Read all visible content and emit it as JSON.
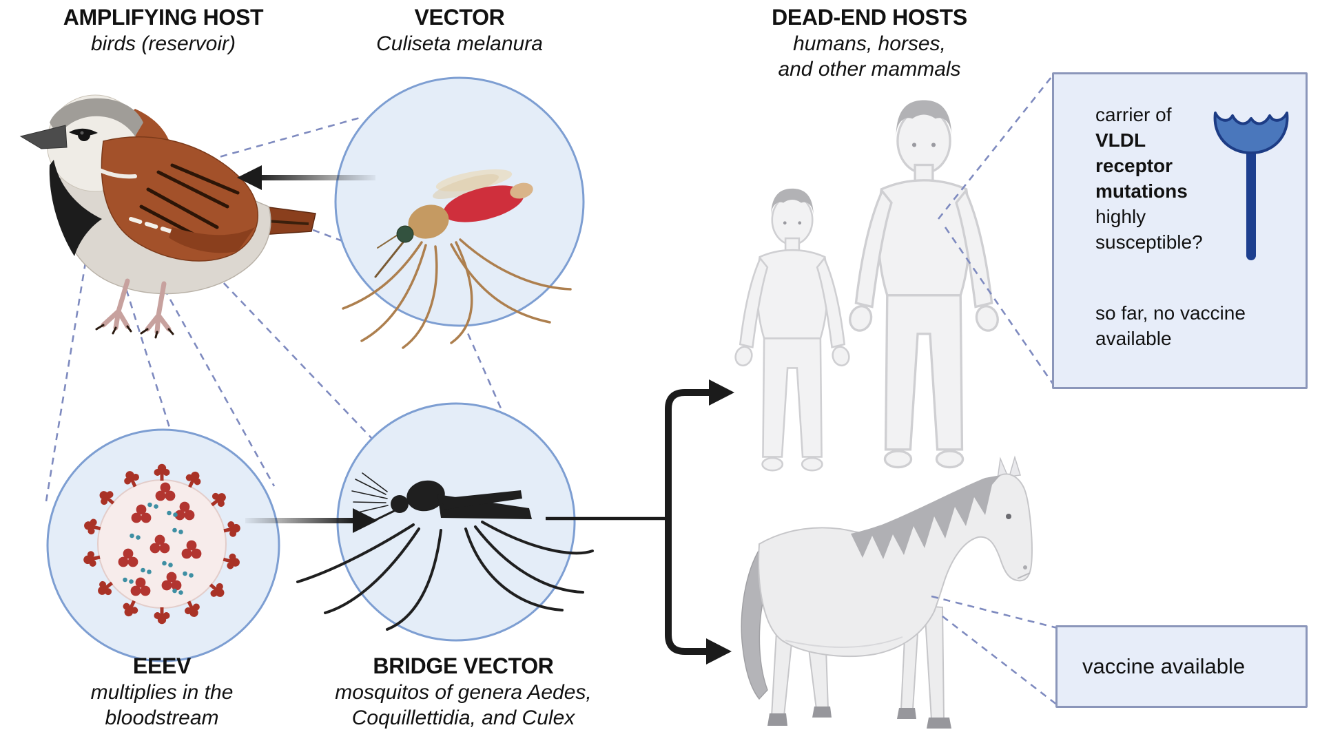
{
  "labels": {
    "amplifying_host": {
      "title": "AMPLIFYING HOST",
      "subtitle": "birds (reservoir)"
    },
    "vector": {
      "title": "VECTOR",
      "subtitle": "Culiseta melanura"
    },
    "dead_end_hosts": {
      "title": "DEAD-END HOSTS",
      "subtitle_line1": "humans, horses,",
      "subtitle_line2": "and other mammals"
    },
    "eeev": {
      "title": "EEEV",
      "subtitle_line1": "multiplies in the",
      "subtitle_line2": "bloodstream"
    },
    "bridge_vector": {
      "title": "BRIDGE VECTOR",
      "subtitle_line1": "mosquitos of genera Aedes,",
      "subtitle_line2": "Coquillettidia, and Culex"
    }
  },
  "callout_boxes": {
    "vldl": {
      "carrier_of": "carrier of",
      "mutation_bold": "VLDL receptor mutations",
      "susceptible": "highly susceptible?",
      "no_vaccine": "so far, no vaccine available"
    },
    "horse": {
      "text": "vaccine available"
    }
  },
  "icons": {
    "bird": "house-sparrow-illustration",
    "vector_mosquito": "blood-fed-mosquito-illustration",
    "virus": "eeev-virion-illustration",
    "bridge_mosquito": "mosquito-silhouette-illustration",
    "humans": "child-and-adult-figures",
    "horse": "horse-illustration",
    "receptor": "vldl-receptor-icon"
  },
  "colors": {
    "circle_fill": "#e4edf8",
    "circle_border": "#7d9ed2",
    "box_fill": "#e7edf9",
    "box_border": "#8b96ba",
    "dashed_line": "#7e8abf",
    "arrow_black": "#1b1b1b",
    "receptor_blue": "#4a77bc",
    "receptor_stem": "#1d3f8f",
    "virus_red": "#a93226",
    "virus_teal": "#3e8fa3",
    "text": "#111111"
  }
}
